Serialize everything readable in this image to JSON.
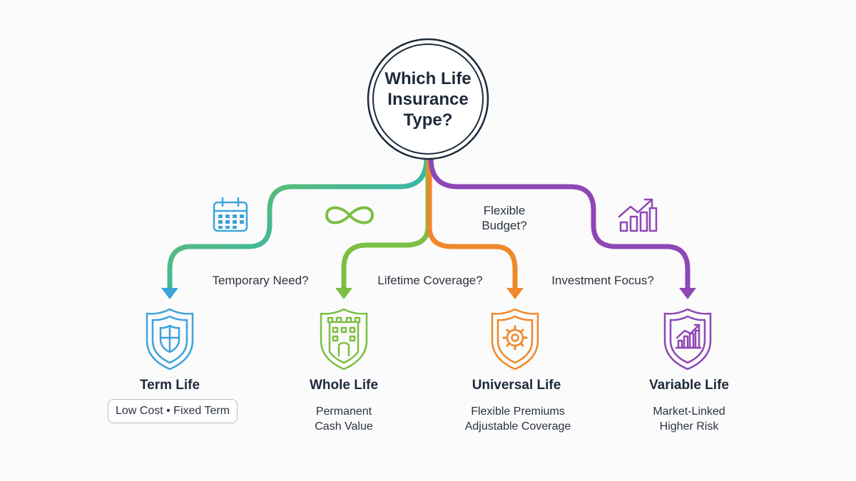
{
  "center": {
    "lines": [
      "Which Life",
      "Insurance",
      "Type?"
    ]
  },
  "questions": {
    "temporary": "Temporary Need?",
    "lifetime": "Lifetime Coverage?",
    "flexible_lines": [
      "Flexible",
      "Budget?"
    ],
    "investment": "Investment Focus?"
  },
  "types": [
    {
      "title": "Term Life",
      "color": "#3ea3db",
      "desc_pill": "Low Cost • Fixed Term",
      "icon": "shield-cross-icon"
    },
    {
      "title": "Whole Life",
      "color": "#7cbf43",
      "desc_lines": [
        "Permanent",
        "Cash Value"
      ],
      "icon": "castle-shield-icon"
    },
    {
      "title": "Universal Life",
      "color": "#f0882b",
      "desc_lines": [
        "Flexible Premiums",
        "Adjustable Coverage"
      ],
      "icon": "gear-shield-icon"
    },
    {
      "title": "Variable Life",
      "color": "#8e47b5",
      "desc_lines": [
        "Market-Linked",
        "Higher Risk"
      ],
      "icon": "chart-shield-icon"
    }
  ],
  "decor_icons": [
    "calendar-icon",
    "infinity-icon",
    "growth-chart-icon"
  ]
}
